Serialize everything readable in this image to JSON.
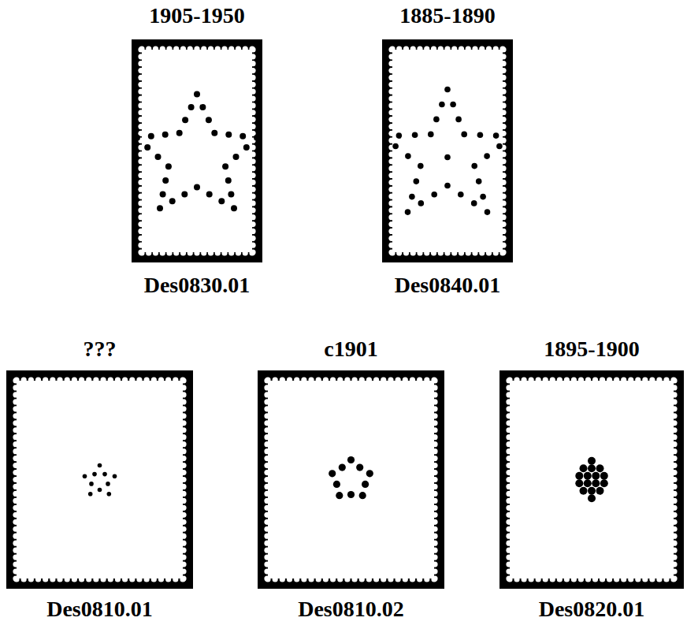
{
  "diagram": {
    "nodes": [
      {
        "text": [
          "1905-1950",
          "Des0830.01"
        ]
      },
      {
        "text": [
          "1885-1890",
          "Des0840.01"
        ]
      },
      {
        "text": [
          "???",
          "Des0810.01"
        ]
      },
      {
        "text": [
          "c1901",
          "Des0810.02"
        ]
      },
      {
        "text": [
          "1895-1900",
          "Des0820.01"
        ]
      }
    ]
  }
}
